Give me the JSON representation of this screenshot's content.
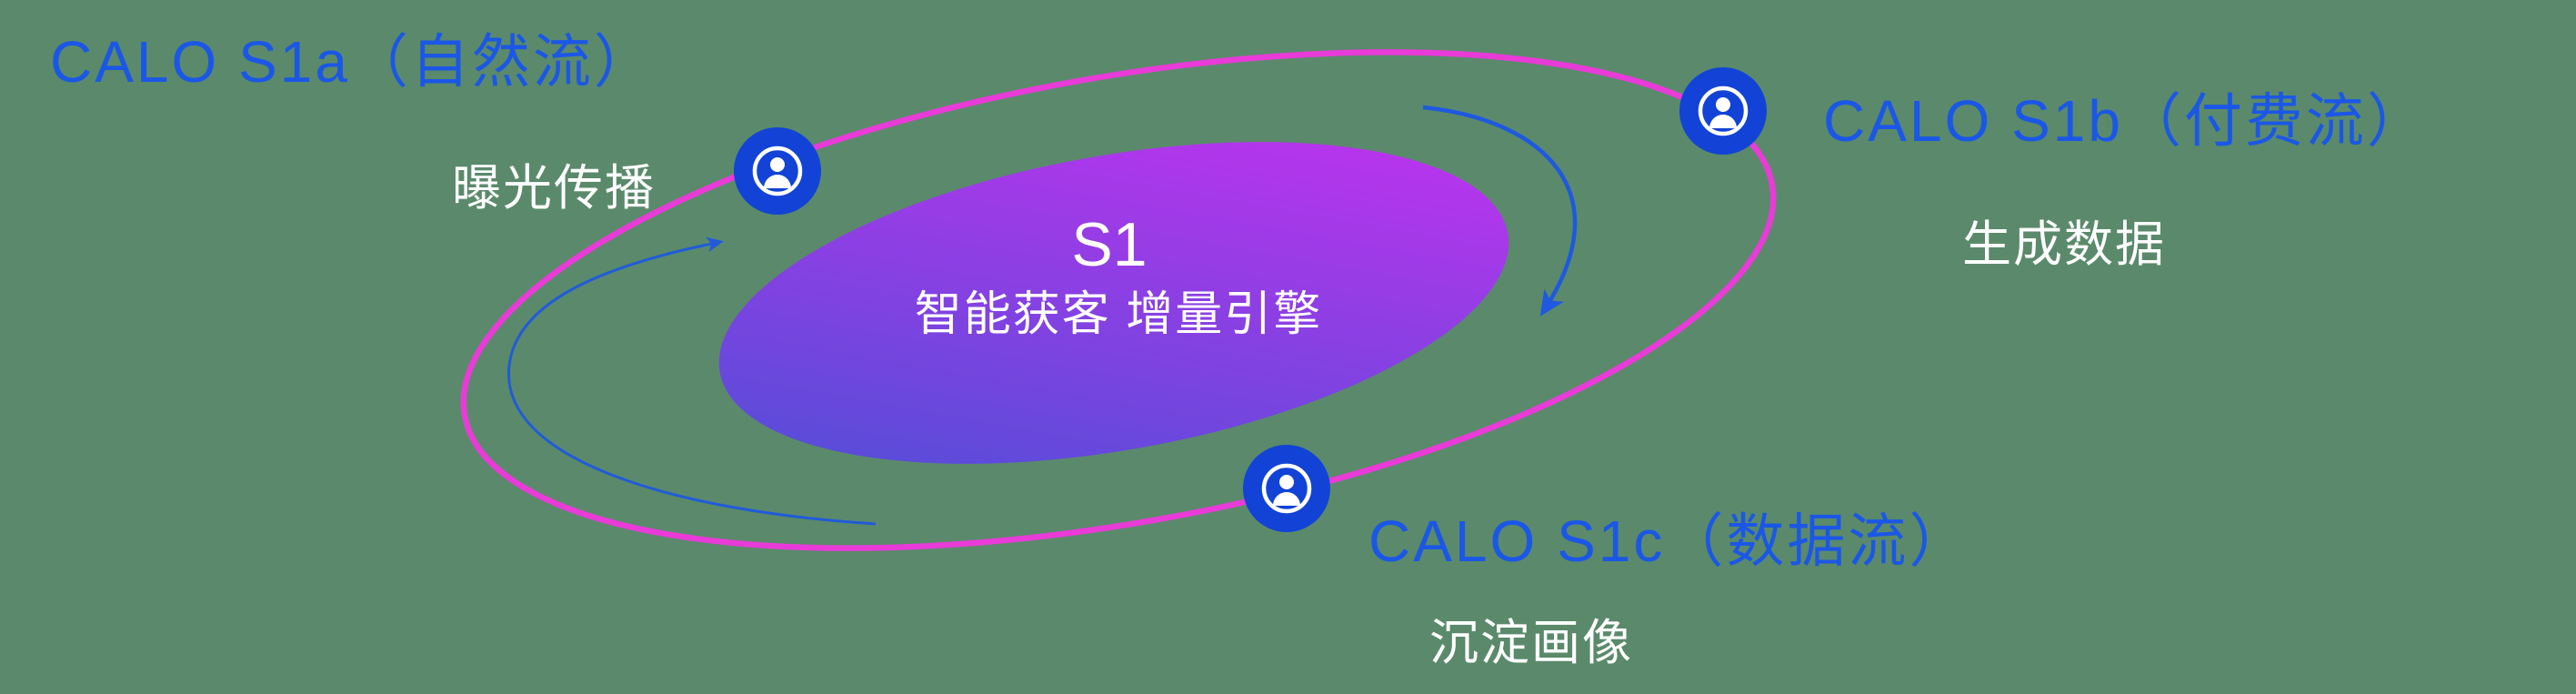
{
  "colors": {
    "background": "#5a8a6b",
    "label-blue": "#1b57e6",
    "node-blue": "#1243d6",
    "orbit-magenta": "#e93bd8",
    "gradient-start": "#4950d6",
    "gradient-end": "#c930f0",
    "arrow-blue": "#1b57e6",
    "text-white": "#ffffff"
  },
  "core": {
    "title": "S1",
    "subtitle": "智能获客  增量引擎"
  },
  "nodes": [
    {
      "id": "s1a",
      "title": "CALO S1a（自然流）",
      "subtitle": "曝光传播"
    },
    {
      "id": "s1b",
      "title": "CALO S1b（付费流）",
      "subtitle": "生成数据"
    },
    {
      "id": "s1c",
      "title": "CALO S1c（数据流）",
      "subtitle": "沉淀画像"
    }
  ],
  "icons": {
    "node_icon": "user-icon"
  }
}
